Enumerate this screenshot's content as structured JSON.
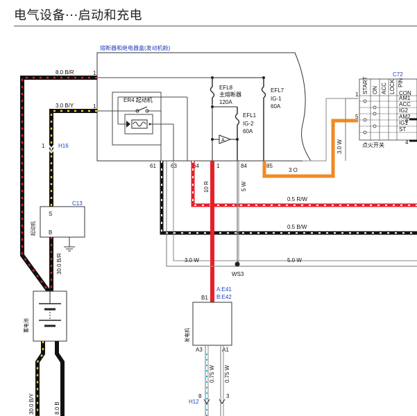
{
  "title": "电气设备···启动和充电",
  "fuse_box": {
    "label": "熔断器和继电器盒(发动机舱)",
    "relay": {
      "name": "ER4 起动机"
    },
    "fuses": [
      {
        "name": "EFL8",
        "desc": "主熔断器",
        "rating": "120A"
      },
      {
        "name": "EFL7",
        "desc": "IG-1",
        "rating": "60A"
      },
      {
        "name": "EFL1",
        "desc": "IG-2",
        "rating": "60A"
      }
    ],
    "pins": [
      "1",
      "1",
      "61",
      "63",
      "64",
      "1",
      "84",
      "85"
    ]
  },
  "ignition_switch": {
    "id": "C72",
    "label": "点火开关",
    "columns": [
      "START",
      "ON",
      "ACC",
      "LOCK",
      "PIN"
    ],
    "rows": [
      "CON",
      "AM1",
      "ACC",
      "IG2",
      "AM2",
      "IG1",
      "ST"
    ],
    "pins": [
      "1",
      "5",
      "6",
      "4"
    ]
  },
  "wires": [
    {
      "spec": "8.0 B/R"
    },
    {
      "spec": "3.0 B/Y"
    },
    {
      "spec": "30.0 B/R"
    },
    {
      "spec": "0.5 R/W"
    },
    {
      "spec": "0.5 B/W"
    },
    {
      "spec": "3.0 W",
      "position": "left"
    },
    {
      "spec": "5.0 W",
      "position": "right"
    },
    {
      "spec": "10 R"
    },
    {
      "spec": "5 W"
    },
    {
      "spec": "3 O"
    },
    {
      "spec": "3.0 W",
      "position": "vertical"
    },
    {
      "spec": "0.75 W"
    },
    {
      "spec": "0.75 W"
    },
    {
      "spec": "30.0 B/Y"
    },
    {
      "spec": "8.0 B"
    }
  ],
  "connectors": {
    "h16": "H16",
    "c13": "C13",
    "ws3": "WS3",
    "e41": "A:E41",
    "e42": "B:E42",
    "h12": "H12",
    "h16_pin": "1",
    "h12_pins": [
      "8",
      "3"
    ]
  },
  "starter": {
    "label": "起动机",
    "pin_s": "S",
    "pin_b": "B"
  },
  "battery": {
    "label": "蓄电池"
  },
  "alternator": {
    "label": "发电机",
    "pins": [
      "B1",
      "A3",
      "A1"
    ]
  },
  "colors": {
    "black": "#111111",
    "red": "#e8202a",
    "yellow": "#f2d21a",
    "orange": "#f08a24",
    "white_wire": "#8a8a8a",
    "blue_text": "#1f3fbf",
    "cyan": "#2ab0c8"
  }
}
